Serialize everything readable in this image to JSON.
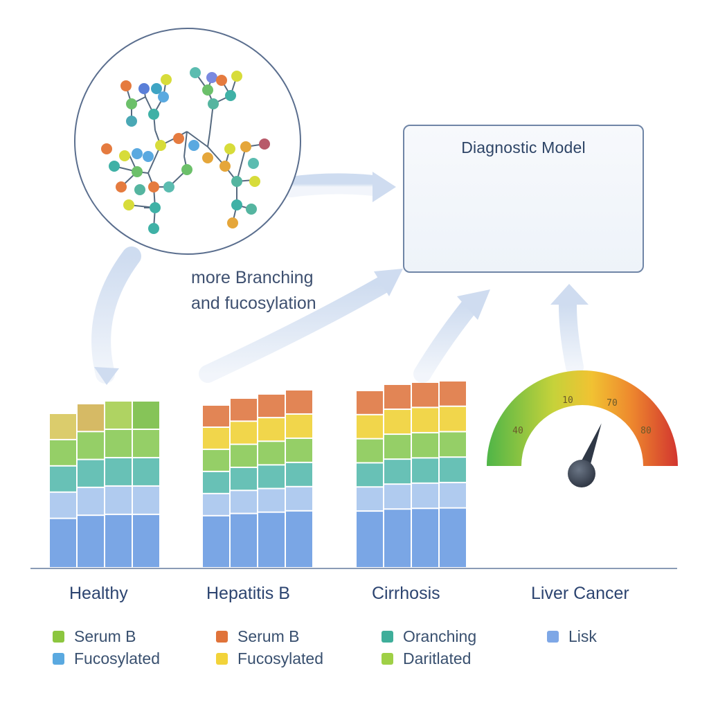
{
  "model": {
    "title": "Diagnostic Model"
  },
  "annotation": {
    "line1": "more Branching",
    "line2": "and fucosylation"
  },
  "groups": [
    "Healthy",
    "Hepatitis B",
    "Cirrhosis",
    "Liver Cancer"
  ],
  "gauge": {
    "ticks": [
      "40",
      "10",
      "70",
      "80"
    ],
    "needle_level": 0.62
  },
  "legend": [
    {
      "label": "Serum B",
      "color": "#8cc63f"
    },
    {
      "label": "Fucosylated",
      "color": "#5aa9e0"
    },
    {
      "label": "Serum B",
      "color": "#e0733a"
    },
    {
      "label": "Fucosylated",
      "color": "#f2d33a"
    },
    {
      "label": "Oranching",
      "color": "#3fae9a"
    },
    {
      "label": "Daritlated",
      "color": "#9fd046"
    },
    {
      "label": "Lisk",
      "color": "#7ea7e6"
    }
  ],
  "colors": {
    "top_orange": "#e07b46",
    "yellow": "#f0d33c",
    "green": "#8ccb5a",
    "teal": "#5bbcb0",
    "light_blue": "#a9c7ee",
    "blue": "#6f9ee3",
    "dark_blue": "#3f7fd0"
  }
}
